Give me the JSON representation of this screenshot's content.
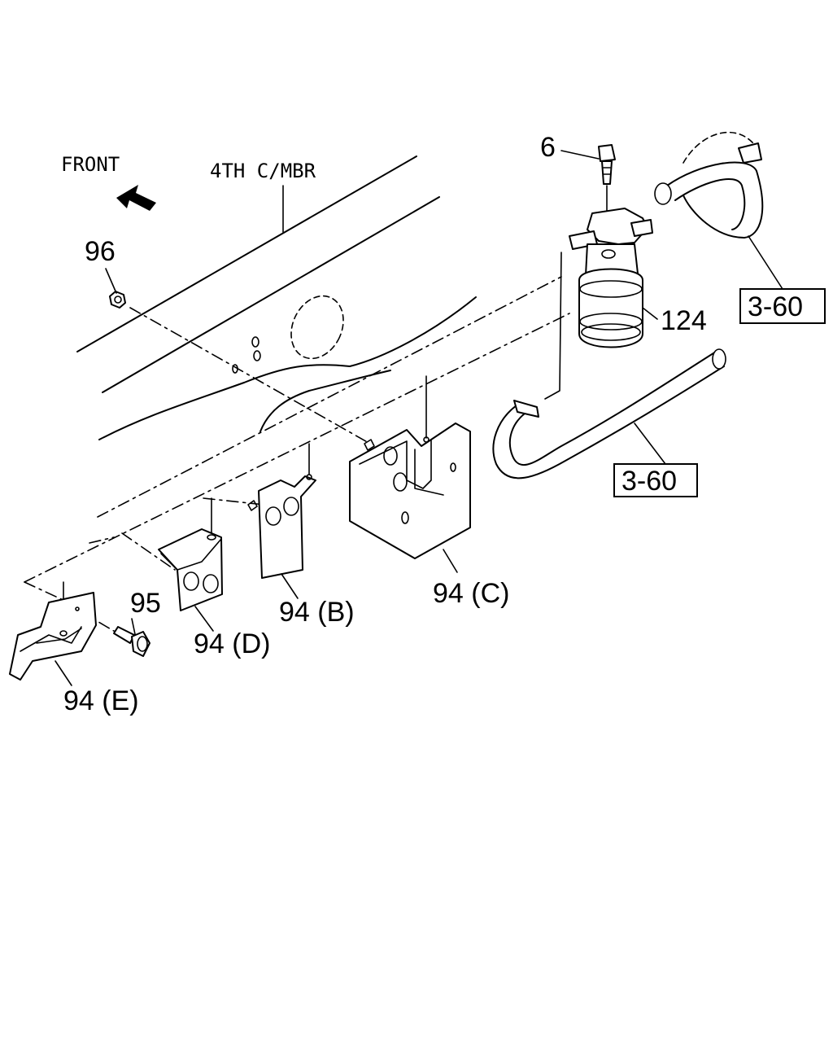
{
  "labels": {
    "front": "FRONT",
    "member": "4TH C/MBR",
    "part_96": "96",
    "part_6": "6",
    "part_124": "124",
    "part_95": "95",
    "part_94b": "94 (B)",
    "part_94c": "94 (C)",
    "part_94d": "94 (D)",
    "part_94e": "94 (E)",
    "ref_upper": "3-60",
    "ref_lower": "3-60"
  },
  "icons": {
    "front_arrow": "arrow-left-icon"
  },
  "colors": {
    "ink": "#000000",
    "paper": "#ffffff"
  }
}
